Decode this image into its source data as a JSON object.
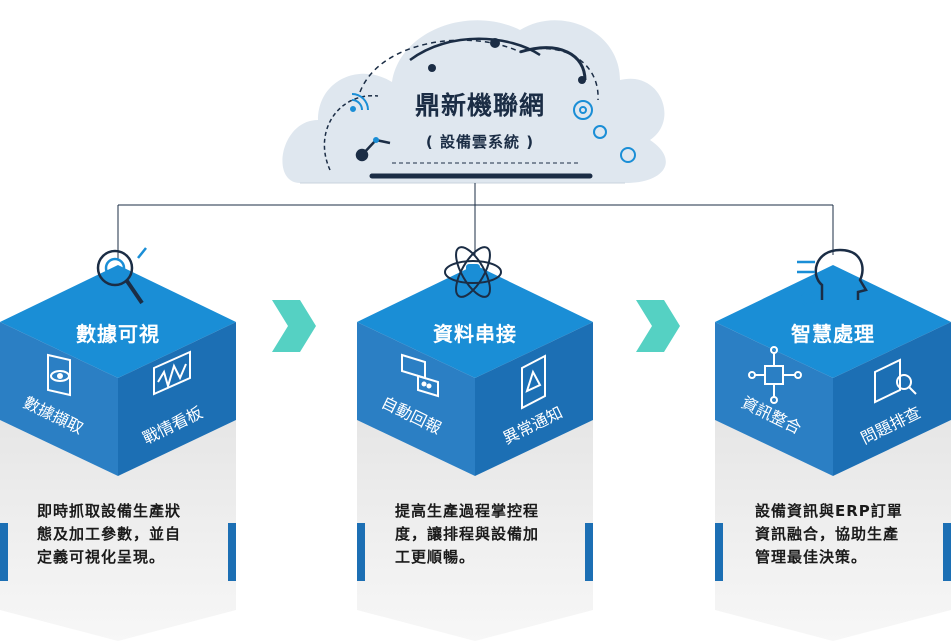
{
  "header": {
    "title": "鼎新機聯網",
    "subtitle": "( 設備雲系統 )"
  },
  "modules": [
    {
      "title": "數據可視",
      "left_label": "數據擷取",
      "right_label": "戰情看板",
      "description": [
        "即時抓取設備生產狀",
        "態及加工參數，並自",
        "定義可視化呈現。"
      ]
    },
    {
      "title": "資料串接",
      "left_label": "自動回報",
      "right_label": "異常通知",
      "description": [
        "提高生產過程掌控程",
        "度，讓排程與設備加",
        "工更順暢。"
      ]
    },
    {
      "title": "智慧處理",
      "left_label": "資訊整合",
      "right_label": "問題排查",
      "description": [
        "設備資訊與ERP訂單",
        "資訊融合，協助生產",
        "管理最佳決策。"
      ]
    }
  ],
  "colors": {
    "cube_top": "#1a8ed6",
    "cube_left": "#2b7fc4",
    "cube_right": "#1c6fb4",
    "cloud": "#dfe7ef",
    "dark_navy": "#1b2d45",
    "arrow_teal": "#55d1c3",
    "accent_bar": "#1c6fb4"
  },
  "icons": [
    "analytics-search-icon",
    "atom-database-icon",
    "ai-head-icon",
    "eye-document-icon",
    "waveform-monitor-icon",
    "chat-bubbles-icon",
    "phone-alert-icon",
    "network-node-icon",
    "search-document-icon",
    "robot-arm-icon",
    "gear-icon",
    "wifi-icon"
  ]
}
